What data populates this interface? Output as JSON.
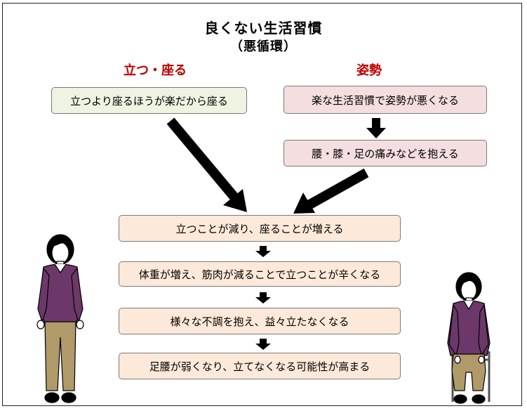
{
  "title": "良くない生活習慣",
  "subtitle": "（悪循環）",
  "left_heading": "立つ・座る",
  "right_heading": "姿勢",
  "left_box": "立つより座るほうが楽だから座る",
  "right_box_1": "楽な生活習慣で姿勢が悪くなる",
  "right_box_2": "腰・膝・足の痛みなどを抱える",
  "chain": [
    "立つことが減り、座ることが増える",
    "体重が増え、筋肉が減ることで立つことが辛くなる",
    "様々な不調を抱え、益々立たなくなる",
    "足腰が弱くなり、立てなくなる可能性が高まる"
  ],
  "colors": {
    "left_box_fill": "#eef3e2",
    "right_box_fill": "#f4dedf",
    "chain_box_fill": "#fde9d9",
    "heading_text": "#c00000",
    "figure_shirt": "#6b3869",
    "figure_pants": "#b09a6a"
  }
}
